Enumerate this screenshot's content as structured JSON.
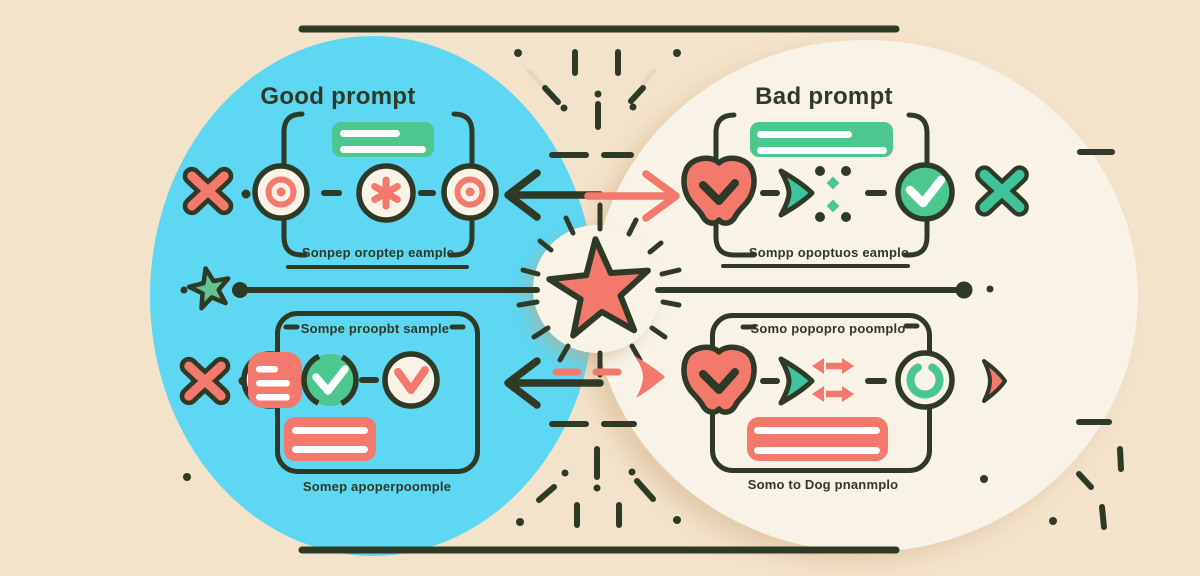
{
  "illustration": {
    "good": {
      "title": "Good prompt",
      "top_flow_caption": "Sonpep oroptep eample",
      "bottom_box_label": "Sompe proopbt sample",
      "bottom_flow_caption": "Somep apoperpoomple"
    },
    "bad": {
      "title": "Bad prompt",
      "top_flow_caption": "Sompp opoptuos eamplo",
      "bottom_box_label": "Somo popopro poomplo",
      "bottom_flow_caption": "Somo to Dog pnanmplo"
    },
    "icons": {
      "red_cross": "✕",
      "green_cross": "✕",
      "target": "◎",
      "asterisk": "✻",
      "check": "✓",
      "chevron_down": "⌄",
      "left_arrow": "←",
      "right_arrow": "→",
      "double_arrow": "↔",
      "play_arrow": "▶",
      "star": "★",
      "ring": "◯",
      "speech_bubble": "💬"
    },
    "colors": {
      "background_beige": "#f4e3cb",
      "good_circle_blue": "#5ed7f3",
      "bad_circle_cream": "#f8f3e6",
      "outline_dark": "#2f3a26",
      "accent_salmon": "#f3796c",
      "accent_green": "#4cc88f",
      "accent_teal": "#3fc39a",
      "light_tan": "#e8d6be"
    }
  }
}
